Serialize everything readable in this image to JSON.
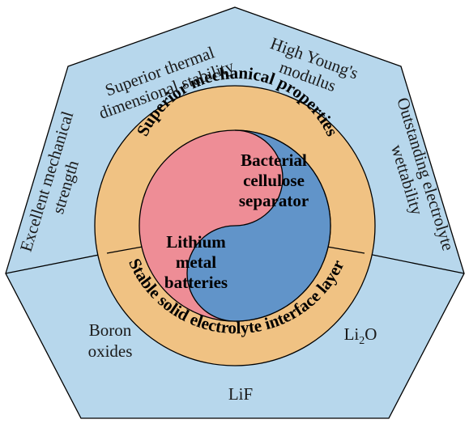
{
  "colors": {
    "outer_fill": "#b7d7ec",
    "ring_fill": "#f0c283",
    "inner_red": "#ee8d96",
    "inner_blue": "#6194c9",
    "stroke": "#000000"
  },
  "outer_labels": {
    "thermal_line1": "Superior thermal",
    "thermal_line2": "dimensional stability",
    "young_line1": "High Young's",
    "young_line2": "modulus",
    "mechanical_line1": "Excellent mechanical",
    "mechanical_line2": "strength",
    "wettability_line1": "Outstanding electrolyte",
    "wettability_line2": "wettability",
    "boron_line1": "Boron",
    "boron_line2": "oxides",
    "li2o_main": "Li",
    "li2o_sub": "2",
    "li2o_tail": "O",
    "lif": "LiF"
  },
  "ring_labels": {
    "top": "Superior mechanical properties",
    "bottom": "Stable solid electrolyte interface layer"
  },
  "center": {
    "separator_line1": "Bacterial",
    "separator_line2": "cellulose",
    "separator_line3": "separator",
    "battery_line1": "Lithium",
    "battery_line2": "metal",
    "battery_line3": "batteries"
  }
}
